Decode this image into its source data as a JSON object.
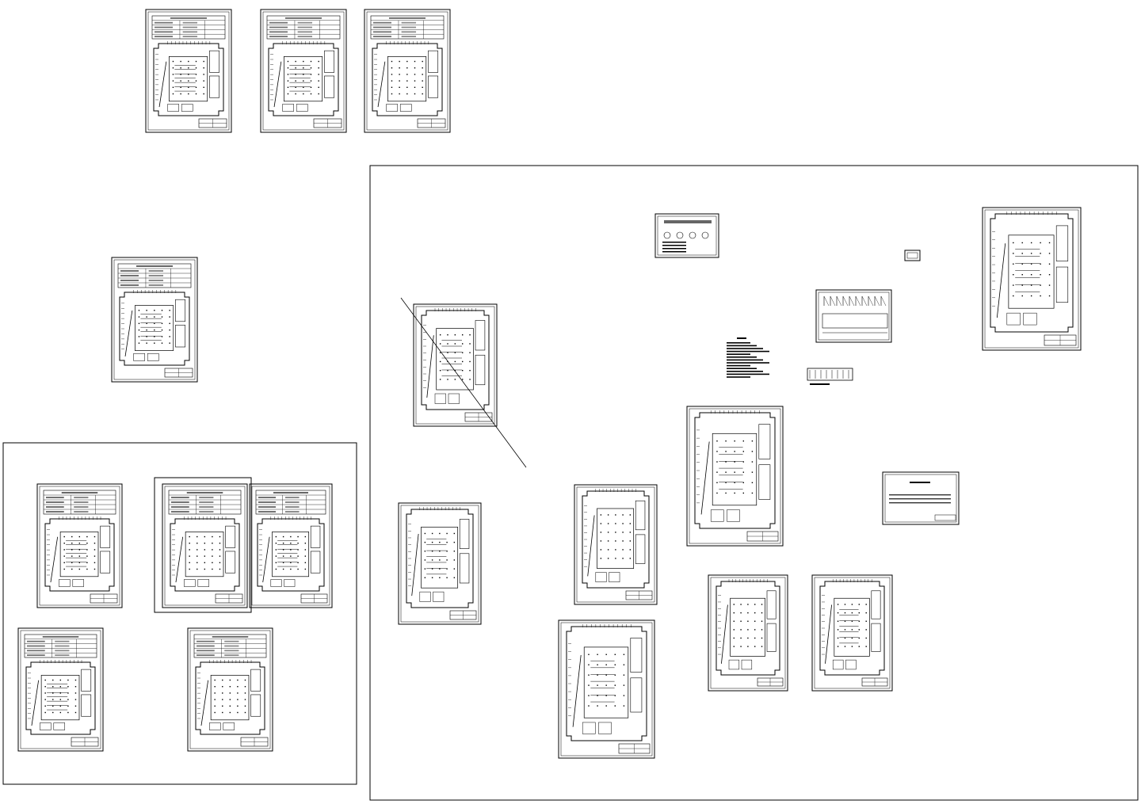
{
  "canvas": {
    "description_label": "",
    "background": "#ffffff",
    "ink": "#000000"
  },
  "sheets": [
    {
      "kind": "floor-plan",
      "variant": "header-table"
    },
    {
      "kind": "floor-plan",
      "variant": "header-table"
    },
    {
      "kind": "floor-plan",
      "variant": "header-table"
    },
    {
      "kind": "floor-plan",
      "variant": "header-table"
    },
    {
      "kind": "floor-plan",
      "variant": "header-table"
    },
    {
      "kind": "floor-plan",
      "variant": "header-table"
    },
    {
      "kind": "floor-plan",
      "variant": "header-table"
    },
    {
      "kind": "floor-plan",
      "variant": "header-table"
    },
    {
      "kind": "floor-plan",
      "variant": "header-table"
    },
    {
      "kind": "floor-plan",
      "variant": "plain"
    },
    {
      "kind": "floor-plan",
      "variant": "plain"
    },
    {
      "kind": "floor-plan",
      "variant": "plain"
    },
    {
      "kind": "floor-plan",
      "variant": "plain"
    },
    {
      "kind": "floor-plan",
      "variant": "plain"
    },
    {
      "kind": "floor-plan",
      "variant": "plain"
    },
    {
      "kind": "floor-plan",
      "variant": "plain"
    },
    {
      "kind": "floor-plan",
      "variant": "plain"
    },
    {
      "kind": "detail",
      "variant": "symbols"
    },
    {
      "kind": "detail",
      "variant": "elevation"
    },
    {
      "kind": "notes",
      "variant": "text-block"
    }
  ]
}
